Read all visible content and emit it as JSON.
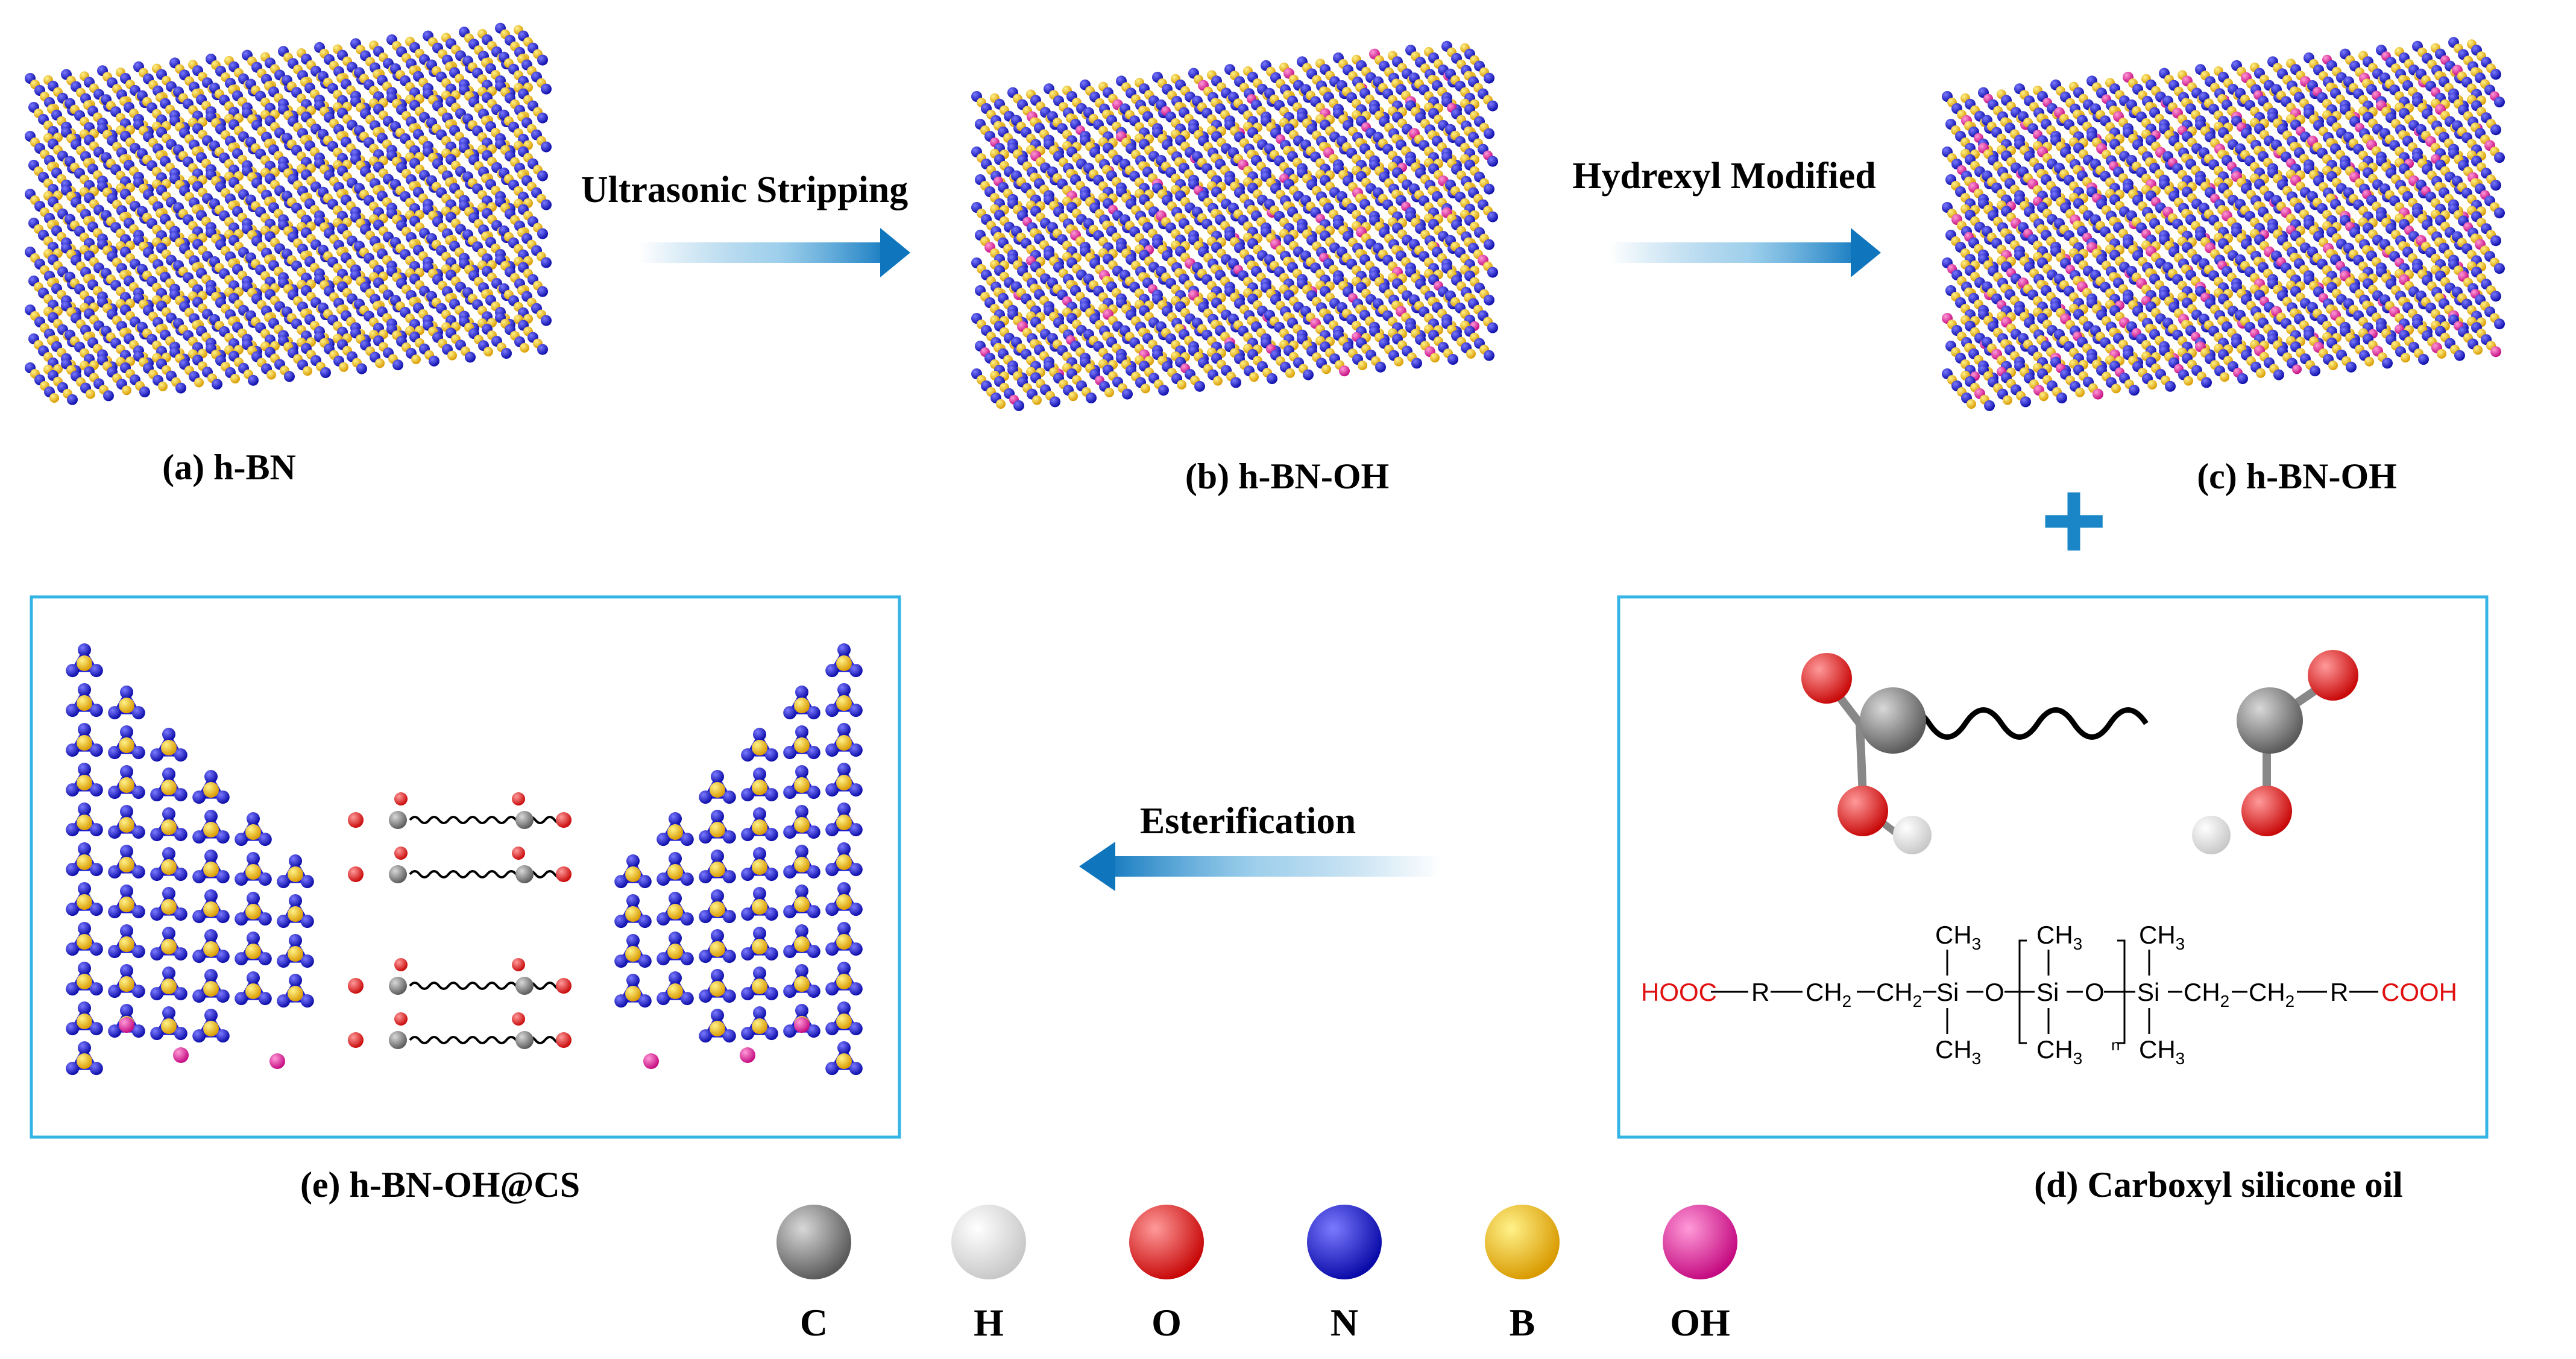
{
  "steps": {
    "ultrasonic": "Ultrasonic Stripping",
    "hydroxyl": "Hydrexyl Modified",
    "esterification": "Esterification"
  },
  "panels": {
    "a": "(a) h-BN",
    "b": "(b) h-BN-OH",
    "c": "(c) h-BN-OH",
    "d": "(d) Carboxyl silicone oil",
    "e": "(e)  h-BN-OH@CS"
  },
  "plus": "+",
  "formula": {
    "left_cooh": "HOOC",
    "r1": "R",
    "ch2a": "CH",
    "ch2b": "CH",
    "si1": "Si",
    "o1": "O",
    "si2": "Si",
    "o2": "O",
    "si3": "Si",
    "ch2c": "CH",
    "ch2d": "CH",
    "r2": "R",
    "right_cooh": "COOH",
    "ch3": "CH",
    "sub2": "2",
    "sub3": "3",
    "n": "n"
  },
  "legend": [
    {
      "name": "C",
      "color": "#7a7a7a"
    },
    {
      "name": "H",
      "color": "#f2f2f2"
    },
    {
      "name": "O",
      "color": "#e81818"
    },
    {
      "name": "N",
      "color": "#1a1ad8"
    },
    {
      "name": "B",
      "color": "#f2c20c"
    },
    {
      "name": "OH",
      "color": "#f01fa6"
    }
  ],
  "colors": {
    "N": "#1a1ad8",
    "B": "#f2c20c",
    "OH": "#f01fa6",
    "frame": "#34b4e4",
    "arrow": "#1a86c8"
  }
}
